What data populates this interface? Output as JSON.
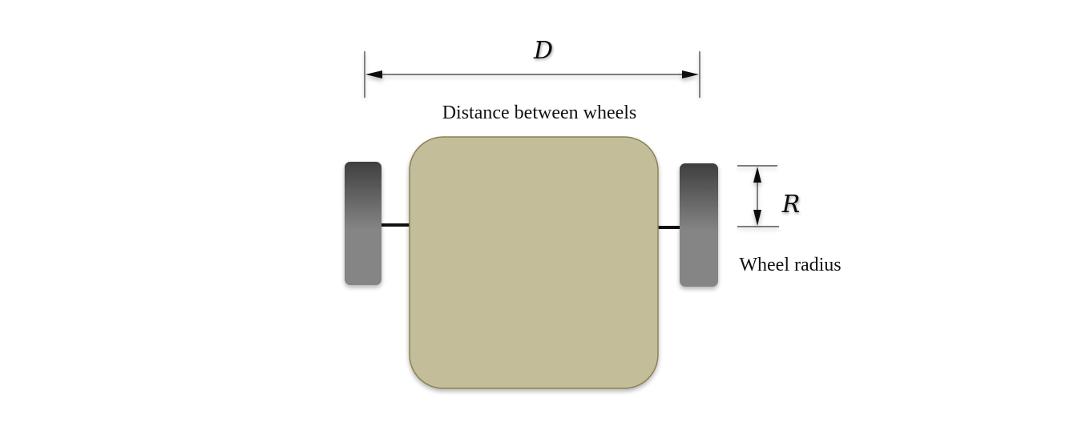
{
  "labels": {
    "distance_symbol": "D",
    "distance_caption": "Distance between wheels",
    "radius_symbol": "R",
    "radius_caption": "Wheel radius"
  },
  "colors": {
    "body_fill": "#c4bd99",
    "body_stroke": "#8a8254",
    "wheel_dark": "#3f3f3f",
    "wheel_light": "#858585",
    "axle": "#111111",
    "dimension_line": "#333333"
  }
}
